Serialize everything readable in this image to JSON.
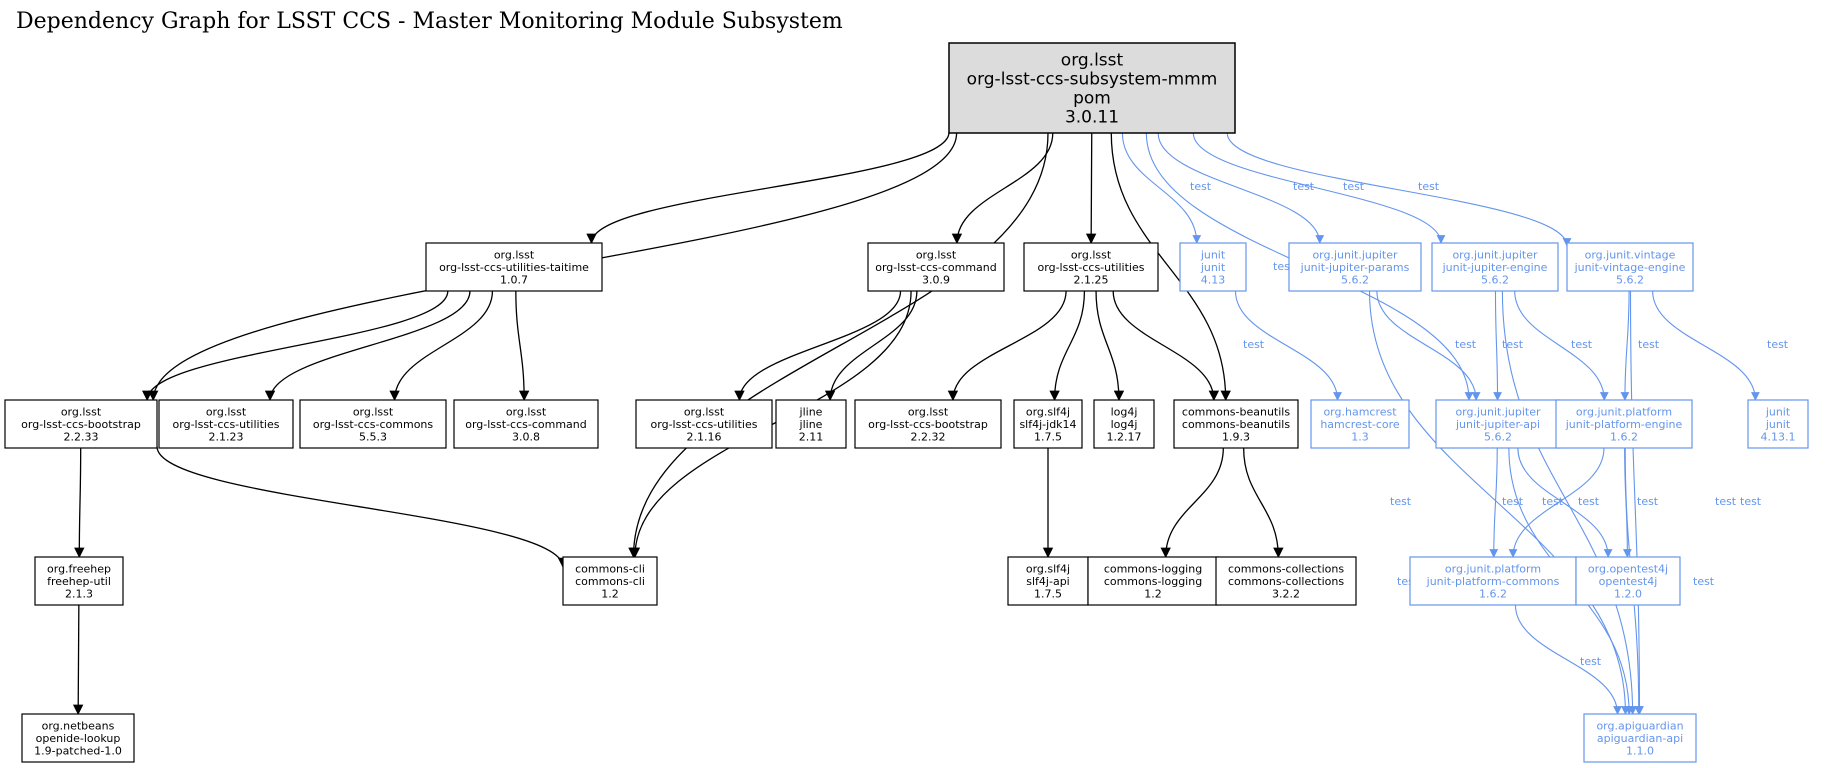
{
  "title": "Dependency Graph for LSST CCS - Master Monitoring Module Subsystem",
  "colors": {
    "compile": "#000000",
    "test": "#6495ed",
    "root_fill": "#dcdcdc"
  },
  "nodes": [
    {
      "id": "root",
      "lines": [
        "org.lsst",
        "org-lsst-ccs-subsystem-mmm",
        "pom",
        "3.0.11"
      ],
      "kind": "root"
    },
    {
      "id": "taitime",
      "lines": [
        "org.lsst",
        "org-lsst-ccs-utilities-taitime",
        "1.0.7"
      ],
      "kind": "compile"
    },
    {
      "id": "command309",
      "lines": [
        "org.lsst",
        "org-lsst-ccs-command",
        "3.0.9"
      ],
      "kind": "compile"
    },
    {
      "id": "utilities2125",
      "lines": [
        "org.lsst",
        "org-lsst-ccs-utilities",
        "2.1.25"
      ],
      "kind": "compile"
    },
    {
      "id": "junit413",
      "lines": [
        "junit",
        "junit",
        "4.13"
      ],
      "kind": "test"
    },
    {
      "id": "jupiter_params",
      "lines": [
        "org.junit.jupiter",
        "junit-jupiter-params",
        "5.6.2"
      ],
      "kind": "test"
    },
    {
      "id": "jupiter_engine",
      "lines": [
        "org.junit.jupiter",
        "junit-jupiter-engine",
        "5.6.2"
      ],
      "kind": "test"
    },
    {
      "id": "vintage_engine",
      "lines": [
        "org.junit.vintage",
        "junit-vintage-engine",
        "5.6.2"
      ],
      "kind": "test"
    },
    {
      "id": "bootstrap2233",
      "lines": [
        "org.lsst",
        "org-lsst-ccs-bootstrap",
        "2.2.33"
      ],
      "kind": "compile"
    },
    {
      "id": "utilities2123",
      "lines": [
        "org.lsst",
        "org-lsst-ccs-utilities",
        "2.1.23"
      ],
      "kind": "compile"
    },
    {
      "id": "commons553",
      "lines": [
        "org.lsst",
        "org-lsst-ccs-commons",
        "5.5.3"
      ],
      "kind": "compile"
    },
    {
      "id": "command308",
      "lines": [
        "org.lsst",
        "org-lsst-ccs-command",
        "3.0.8"
      ],
      "kind": "compile"
    },
    {
      "id": "utilities2116",
      "lines": [
        "org.lsst",
        "org-lsst-ccs-utilities",
        "2.1.16"
      ],
      "kind": "compile"
    },
    {
      "id": "jline",
      "lines": [
        "jline",
        "jline",
        "2.11"
      ],
      "kind": "compile"
    },
    {
      "id": "bootstrap2232",
      "lines": [
        "org.lsst",
        "org-lsst-ccs-bootstrap",
        "2.2.32"
      ],
      "kind": "compile"
    },
    {
      "id": "slf4j_jdk14",
      "lines": [
        "org.slf4j",
        "slf4j-jdk14",
        "1.7.5"
      ],
      "kind": "compile"
    },
    {
      "id": "log4j",
      "lines": [
        "log4j",
        "log4j",
        "1.2.17"
      ],
      "kind": "compile"
    },
    {
      "id": "beanutils",
      "lines": [
        "commons-beanutils",
        "commons-beanutils",
        "1.9.3"
      ],
      "kind": "compile"
    },
    {
      "id": "hamcrest",
      "lines": [
        "org.hamcrest",
        "hamcrest-core",
        "1.3"
      ],
      "kind": "test"
    },
    {
      "id": "jupiter_api",
      "lines": [
        "org.junit.jupiter",
        "junit-jupiter-api",
        "5.6.2"
      ],
      "kind": "test"
    },
    {
      "id": "platform_engine",
      "lines": [
        "org.junit.platform",
        "junit-platform-engine",
        "1.6.2"
      ],
      "kind": "test"
    },
    {
      "id": "junit4131",
      "lines": [
        "junit",
        "junit",
        "4.13.1"
      ],
      "kind": "test"
    },
    {
      "id": "freehep",
      "lines": [
        "org.freehep",
        "freehep-util",
        "2.1.3"
      ],
      "kind": "compile"
    },
    {
      "id": "commons_cli",
      "lines": [
        "commons-cli",
        "commons-cli",
        "1.2"
      ],
      "kind": "compile"
    },
    {
      "id": "slf4j_api",
      "lines": [
        "org.slf4j",
        "slf4j-api",
        "1.7.5"
      ],
      "kind": "compile"
    },
    {
      "id": "commons_logging",
      "lines": [
        "commons-logging",
        "commons-logging",
        "1.2"
      ],
      "kind": "compile"
    },
    {
      "id": "commons_collections",
      "lines": [
        "commons-collections",
        "commons-collections",
        "3.2.2"
      ],
      "kind": "compile"
    },
    {
      "id": "platform_commons",
      "lines": [
        "org.junit.platform",
        "junit-platform-commons",
        "1.6.2"
      ],
      "kind": "test"
    },
    {
      "id": "opentest4j",
      "lines": [
        "org.opentest4j",
        "opentest4j",
        "1.2.0"
      ],
      "kind": "test"
    },
    {
      "id": "openide",
      "lines": [
        "org.netbeans",
        "openide-lookup",
        "1.9-patched-1.0"
      ],
      "kind": "compile"
    },
    {
      "id": "apiguardian",
      "lines": [
        "org.apiguardian",
        "apiguardian-api",
        "1.1.0"
      ],
      "kind": "test"
    }
  ],
  "edges": [
    {
      "from": "root",
      "to": "taitime",
      "label": ""
    },
    {
      "from": "root",
      "to": "bootstrap2233",
      "label": ""
    },
    {
      "from": "root",
      "to": "commons_cli",
      "label": ""
    },
    {
      "from": "root",
      "to": "command309",
      "label": ""
    },
    {
      "from": "root",
      "to": "utilities2125",
      "label": ""
    },
    {
      "from": "root",
      "to": "beanutils",
      "label": ""
    },
    {
      "from": "root",
      "to": "junit413",
      "label": "test"
    },
    {
      "from": "root",
      "to": "jupiter_api",
      "label": "test"
    },
    {
      "from": "root",
      "to": "jupiter_params",
      "label": "test"
    },
    {
      "from": "root",
      "to": "jupiter_engine",
      "label": "test"
    },
    {
      "from": "root",
      "to": "vintage_engine",
      "label": "test"
    },
    {
      "from": "taitime",
      "to": "bootstrap2233",
      "label": ""
    },
    {
      "from": "taitime",
      "to": "utilities2123",
      "label": ""
    },
    {
      "from": "taitime",
      "to": "commons553",
      "label": ""
    },
    {
      "from": "taitime",
      "to": "command308",
      "label": ""
    },
    {
      "from": "command309",
      "to": "commons_cli",
      "label": ""
    },
    {
      "from": "command309",
      "to": "utilities2116",
      "label": ""
    },
    {
      "from": "command309",
      "to": "jline",
      "label": ""
    },
    {
      "from": "utilities2125",
      "to": "bootstrap2232",
      "label": ""
    },
    {
      "from": "utilities2125",
      "to": "slf4j_jdk14",
      "label": ""
    },
    {
      "from": "utilities2125",
      "to": "log4j",
      "label": ""
    },
    {
      "from": "utilities2125",
      "to": "beanutils",
      "label": ""
    },
    {
      "from": "bootstrap2233",
      "to": "freehep",
      "label": ""
    },
    {
      "from": "bootstrap2233",
      "to": "commons_cli",
      "label": ""
    },
    {
      "from": "freehep",
      "to": "openide",
      "label": ""
    },
    {
      "from": "slf4j_jdk14",
      "to": "slf4j_api",
      "label": ""
    },
    {
      "from": "beanutils",
      "to": "commons_logging",
      "label": ""
    },
    {
      "from": "beanutils",
      "to": "commons_collections",
      "label": ""
    },
    {
      "from": "junit413",
      "to": "hamcrest",
      "label": "test"
    },
    {
      "from": "jupiter_params",
      "to": "jupiter_api",
      "label": "test"
    },
    {
      "from": "jupiter_params",
      "to": "apiguardian",
      "label": "test"
    },
    {
      "from": "jupiter_engine",
      "to": "jupiter_api",
      "label": "test"
    },
    {
      "from": "jupiter_engine",
      "to": "platform_engine",
      "label": "test"
    },
    {
      "from": "jupiter_engine",
      "to": "apiguardian",
      "label": "test"
    },
    {
      "from": "vintage_engine",
      "to": "platform_engine",
      "label": "test"
    },
    {
      "from": "vintage_engine",
      "to": "junit4131",
      "label": "test"
    },
    {
      "from": "vintage_engine",
      "to": "apiguardian",
      "label": "test"
    },
    {
      "from": "jupiter_api",
      "to": "platform_commons",
      "label": "test"
    },
    {
      "from": "jupiter_api",
      "to": "opentest4j",
      "label": "test"
    },
    {
      "from": "jupiter_api",
      "to": "apiguardian",
      "label": "test"
    },
    {
      "from": "platform_engine",
      "to": "platform_commons",
      "label": "test"
    },
    {
      "from": "platform_engine",
      "to": "opentest4j",
      "label": "test"
    },
    {
      "from": "platform_engine",
      "to": "apiguardian",
      "label": "test"
    },
    {
      "from": "platform_commons",
      "to": "apiguardian",
      "label": "test"
    }
  ]
}
